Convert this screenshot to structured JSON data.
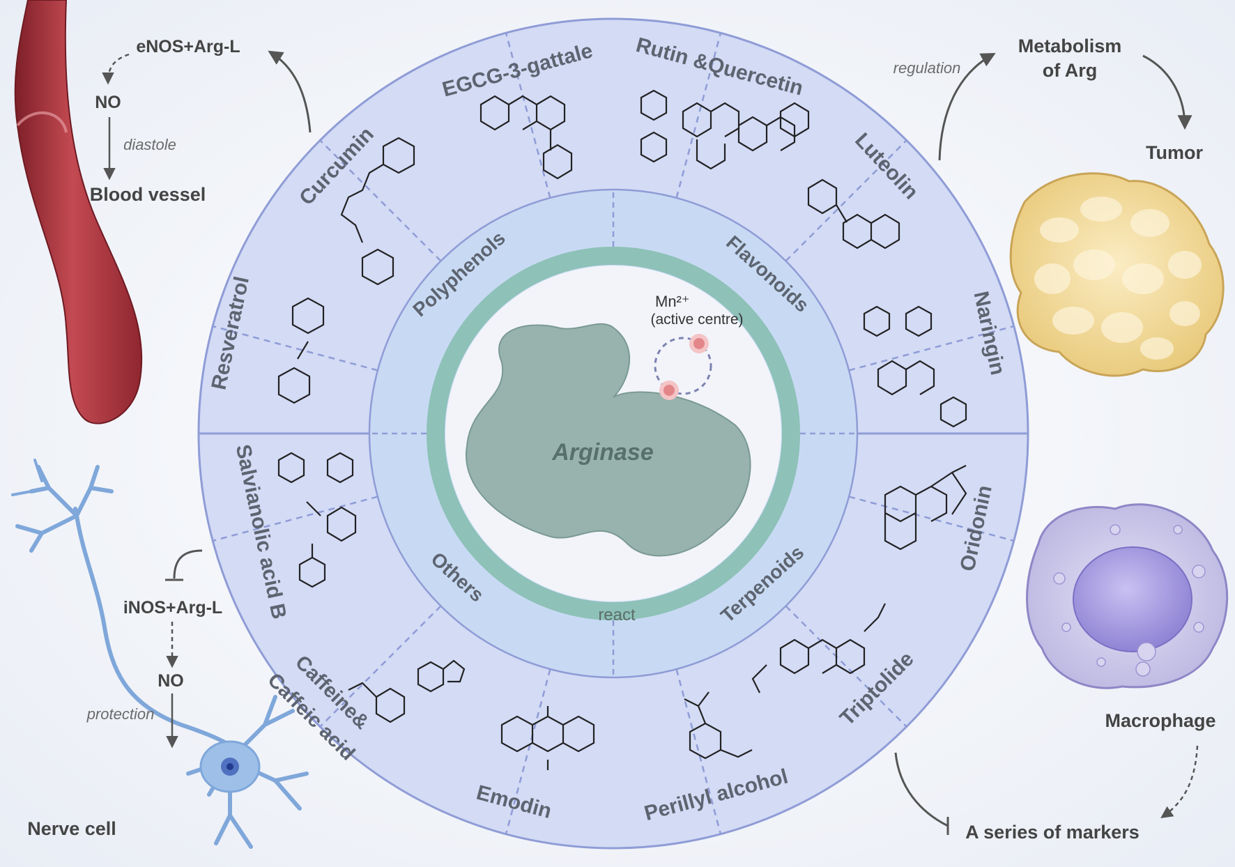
{
  "center": {
    "enzyme": "Arginase",
    "cofactor": "Mn²⁺",
    "cofactor_note": "(active centre)",
    "ring_label": "react"
  },
  "categories": {
    "polyphenols": "Polyphenols",
    "flavonoids": "Flavonoids",
    "terpenoids": "Terpenoids",
    "others": "Others"
  },
  "compounds": {
    "egcg": "EGCG-3-gattale",
    "rutin": "Rutin &Quercetin",
    "luteolin": "Luteolin",
    "naringin": "Naringin",
    "oridonin": "Oridonin",
    "triptolide": "Triptolide",
    "perillyl": "Perillyl alcohol",
    "emodin": "Emodin",
    "caffeine_line1": "Caffeine&",
    "caffeine_line2": "Caffeic acid",
    "salvianolic": "Salvianolic acid B",
    "resveratrol": "Resveratrol",
    "curcumin": "Curcumin"
  },
  "left_top": {
    "enos": "eNOS+Arg-L",
    "no": "NO",
    "diastole": "diastole",
    "blood_vessel": "Blood vessel"
  },
  "left_bottom": {
    "inos": "iNOS+Arg-L",
    "no": "NO",
    "protection": "protection",
    "nerve_cell": "Nerve cell"
  },
  "right_top": {
    "regulation": "regulation",
    "metabolism_line1": "Metabolism",
    "metabolism_line2": "of Arg",
    "tumor": "Tumor"
  },
  "right_bottom": {
    "macrophage": "Macrophage",
    "markers": "A series of markers"
  },
  "colors": {
    "outer_ring": "#d3dbf5",
    "outer_ring_stroke": "#8f9cd6",
    "inner_ring": "#c8daf3",
    "teal_ring": "#8ec1b8",
    "enzyme": "#98b3ae",
    "label": "#5d6470",
    "vessel": "#a8303a",
    "neuron": "#7fa7da",
    "tumor": "#f2d99b",
    "macrophage": "#c9c6e8"
  }
}
